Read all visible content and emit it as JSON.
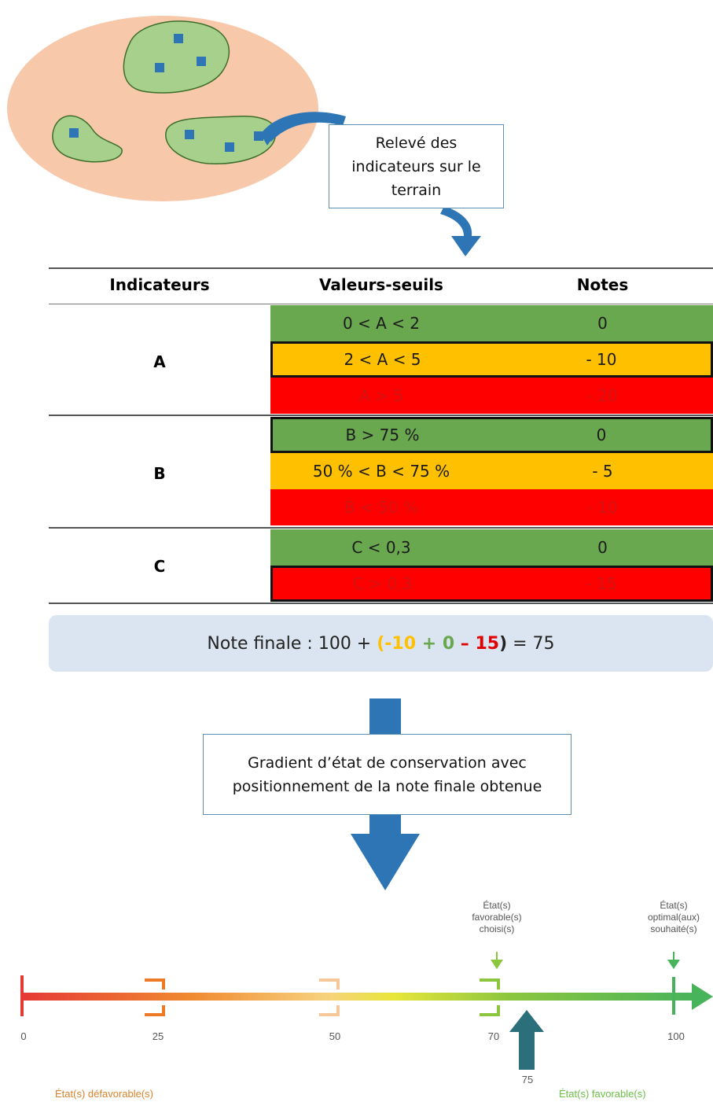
{
  "callouts": {
    "field": "Relevé des indicateurs sur le terrain",
    "gradient": "Gradient d’état de conservation avec positionnement de la note finale obtenue"
  },
  "table": {
    "headers": [
      "Indicateurs",
      "Valeurs-seuils",
      "Notes"
    ],
    "groups": [
      {
        "indicator": "A",
        "rows": [
          {
            "threshold": "0 < A < 2",
            "note": "0",
            "color": "#6aa84f",
            "selected": false
          },
          {
            "threshold": "2 < A < 5",
            "note": "- 10",
            "color": "#ffc000",
            "selected": true
          },
          {
            "threshold": "A > 5",
            "note": "- 20",
            "color": "#ff0000",
            "selected": false
          }
        ]
      },
      {
        "indicator": "B",
        "rows": [
          {
            "threshold": "B > 75 %",
            "note": "0",
            "color": "#6aa84f",
            "selected": true
          },
          {
            "threshold": "50 % < B < 75 %",
            "note": "- 5",
            "color": "#ffc000",
            "selected": false
          },
          {
            "threshold": "B < 50 %",
            "note": "- 10",
            "color": "#ff0000",
            "selected": false
          }
        ]
      },
      {
        "indicator": "C",
        "rows": [
          {
            "threshold": "C < 0,3",
            "note": "0",
            "color": "#6aa84f",
            "selected": false
          },
          {
            "threshold": "C > 0,3",
            "note": "- 15",
            "color": "#ff0000",
            "selected": true
          }
        ]
      }
    ]
  },
  "final_note": {
    "prefix": "Note finale : 100 + ",
    "open": "(",
    "v1": "-10",
    "plus1": " + ",
    "v2": "0",
    "minus": " – ",
    "v3": "15",
    "close": ")",
    "suffix": " = 75"
  },
  "scale": {
    "ticks": [
      "0",
      "25",
      "50",
      "70",
      "100"
    ],
    "result": "75",
    "state_chosen": [
      "État(s)",
      "favorable(s)",
      "choisi(s)"
    ],
    "state_optimal": [
      "État(s)",
      "optimal(aux)",
      "souhaité(s)"
    ],
    "bottom_left": "État(s) défavorable(s)",
    "bottom_right": "État(s) favorable(s)"
  },
  "colors": {
    "green": "#6aa84f",
    "orange": "#ffc000",
    "red": "#ff0000",
    "arrow_blue": "#2e75b6",
    "teal": "#2a6f7a"
  }
}
